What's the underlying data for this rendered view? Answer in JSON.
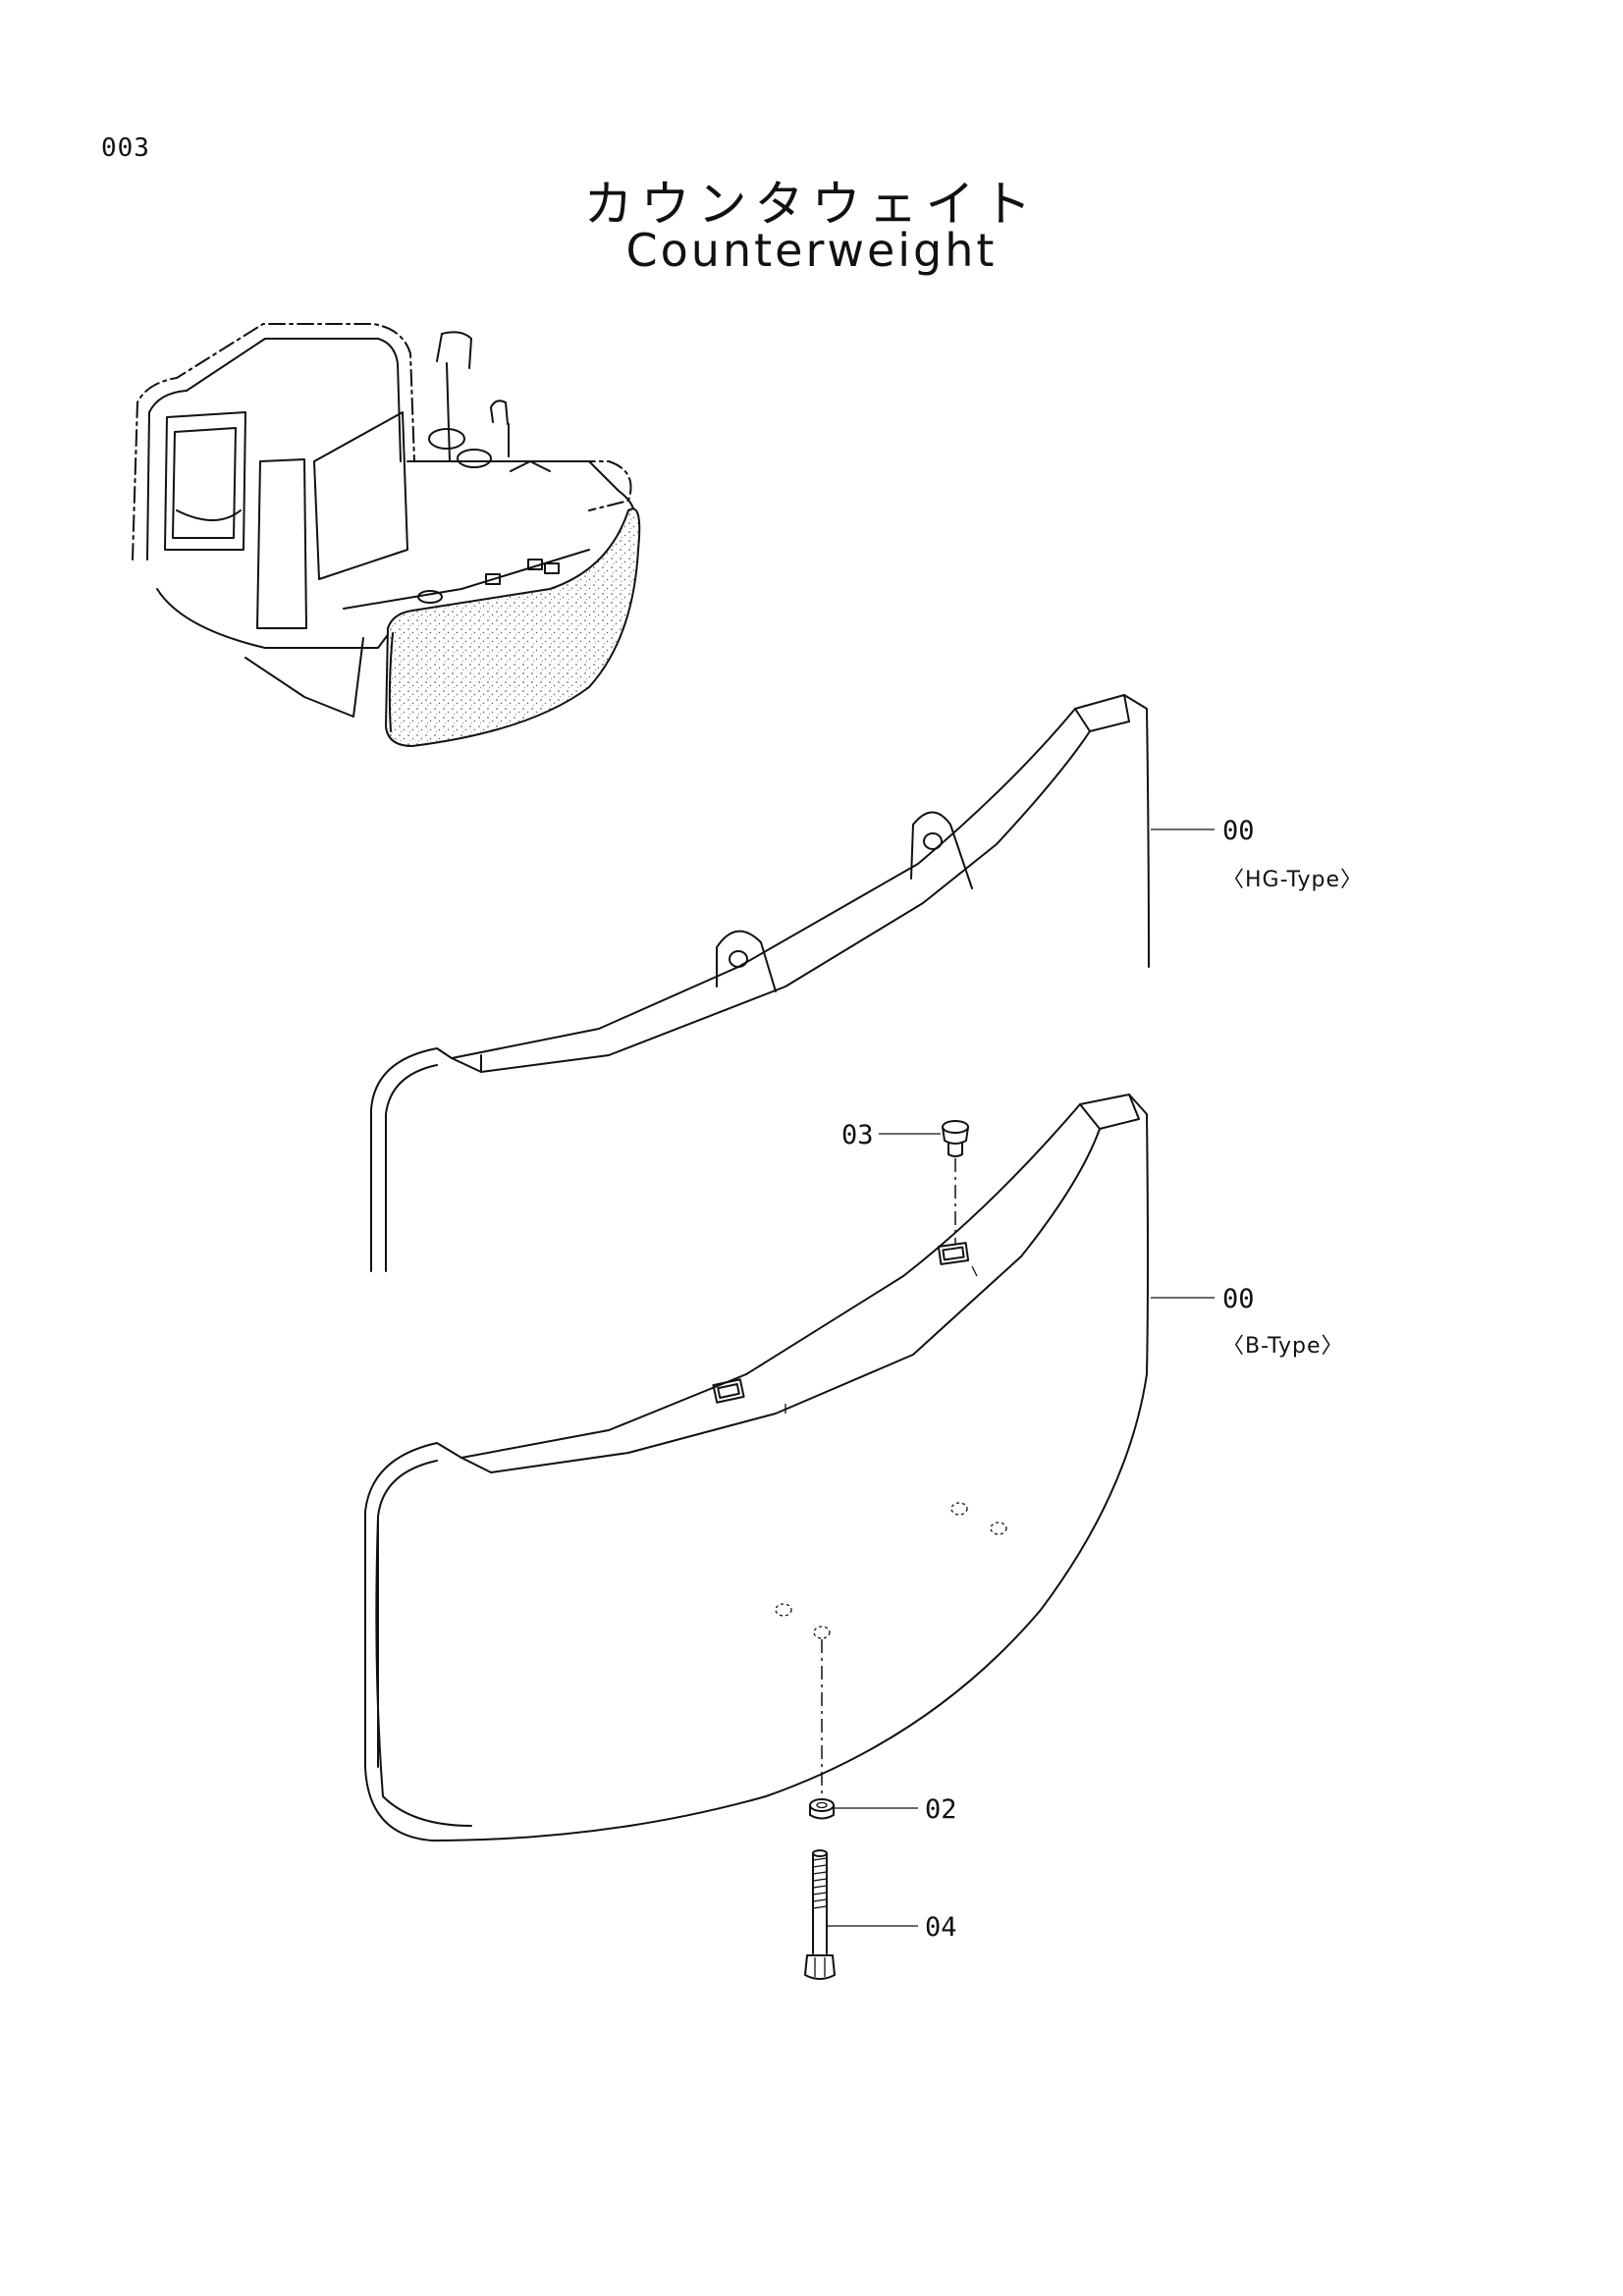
{
  "page": {
    "number": "003"
  },
  "title": {
    "japanese": "カウンタウェイト",
    "english": "Counterweight"
  },
  "callouts": [
    {
      "id": "hg",
      "part": "00",
      "note": "〈HG-Type〉"
    },
    {
      "id": "b",
      "part": "00",
      "note": "〈B-Type〉"
    },
    {
      "id": "p03",
      "part": "03"
    },
    {
      "id": "p02",
      "part": "02"
    },
    {
      "id": "p04",
      "part": "04"
    }
  ]
}
